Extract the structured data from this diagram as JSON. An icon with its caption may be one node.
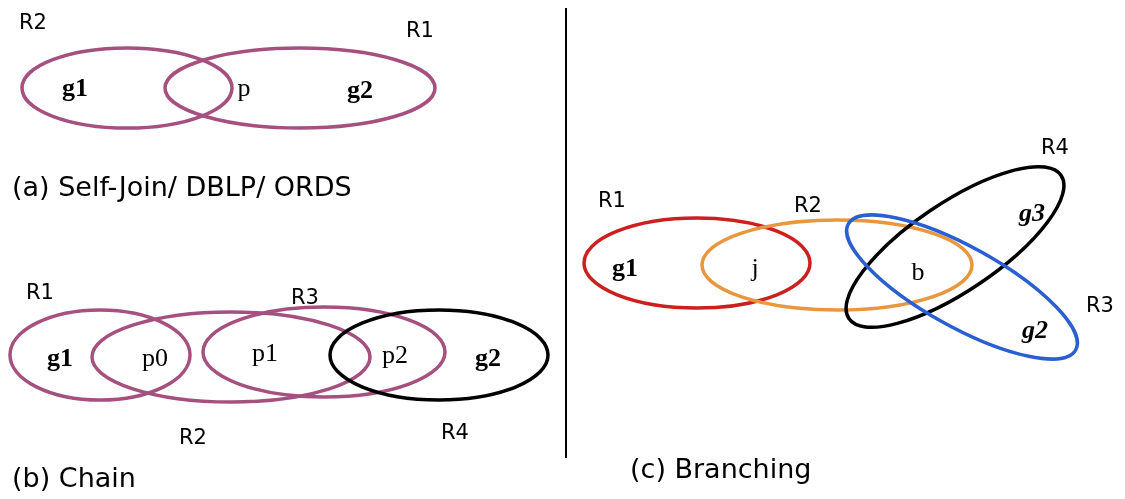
{
  "diagram": {
    "nodes": [
      {
        "text": [],
        "shape": "ellipse",
        "beside": [
          "R2"
        ]
      },
      {
        "text": [],
        "shape": "ellipse",
        "beside": [
          "R1"
        ]
      },
      {
        "text": [],
        "shape": "ellipse",
        "beside": [
          "R1"
        ]
      },
      {
        "text": [],
        "shape": "ellipse",
        "beside": [
          "R3"
        ]
      },
      {
        "text": [],
        "shape": "ellipse",
        "beside": [
          "R2"
        ]
      },
      {
        "text": [],
        "shape": "ellipse",
        "beside": [
          "R4"
        ]
      },
      {
        "text": [],
        "shape": "ellipse",
        "beside": [
          "R1"
        ]
      },
      {
        "text": [],
        "shape": "ellipse",
        "beside": [
          "R2"
        ]
      },
      {
        "text": [],
        "shape": "ellipse",
        "beside": [
          "R4"
        ]
      },
      {
        "text": [],
        "shape": "ellipse",
        "beside": [
          "R3"
        ]
      }
    ],
    "labels": [
      "g1",
      "p",
      "g2",
      "(a) Self-Join/ DBLP/ ORDS",
      "g3",
      "g1",
      "j",
      "b",
      "g2",
      "g1",
      "p0",
      "p1",
      "p2",
      "g2",
      "(b) Chain",
      "(c) Branching"
    ]
  }
}
